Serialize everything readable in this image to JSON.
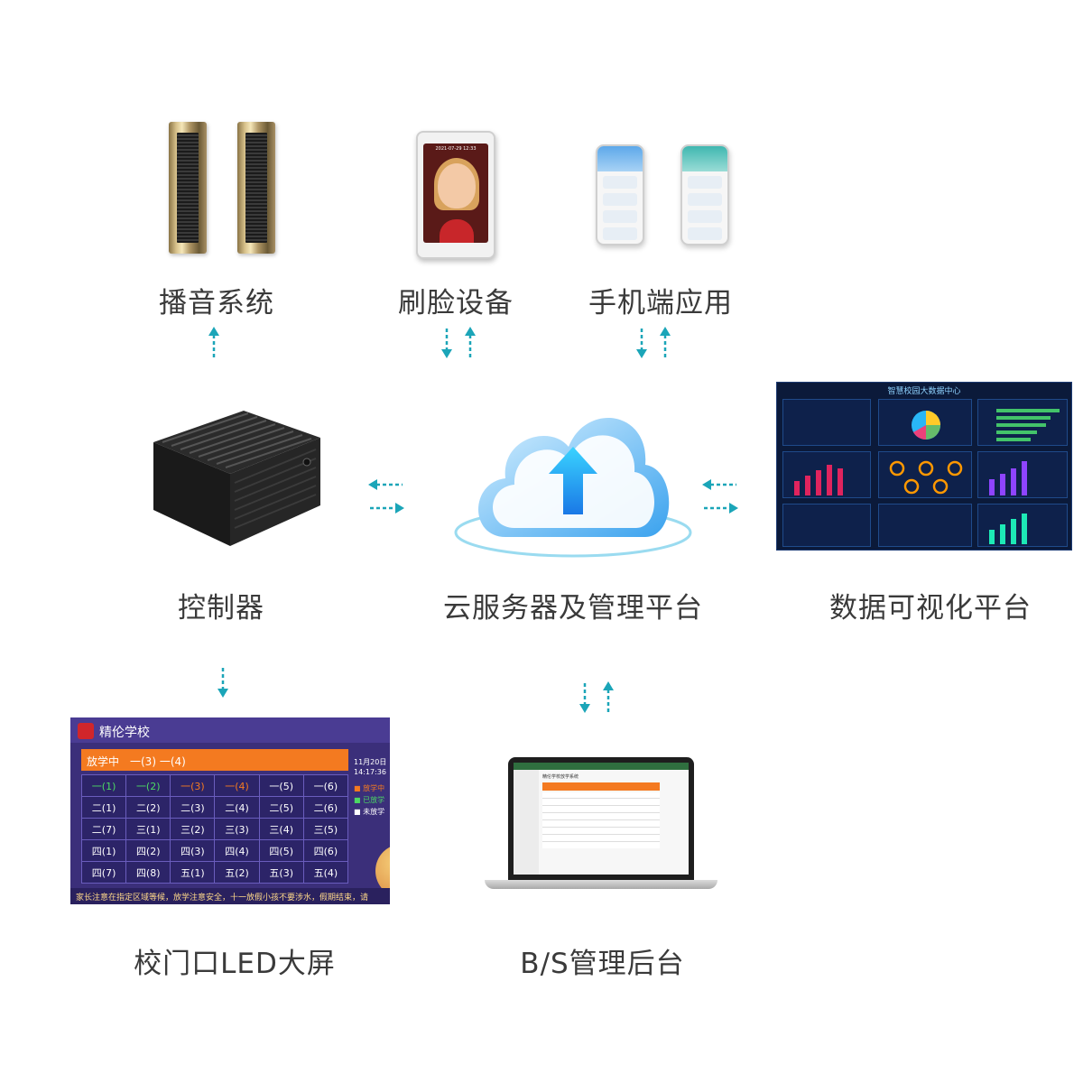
{
  "nodes": {
    "broadcast": {
      "label": "播音系统"
    },
    "face": {
      "label": "刷脸设备",
      "screen_time": "2021-07-29 12:33"
    },
    "mobile": {
      "label": "手机端应用"
    },
    "controller": {
      "label": "控制器"
    },
    "cloud": {
      "label": "云服务器及管理平台"
    },
    "dataviz": {
      "label": "数据可视化平台",
      "screen_title": "智慧校园大数据中心"
    },
    "led": {
      "label": "校门口LED大屏",
      "school_name": "精伦学校",
      "status_bar": "放学中　一(3) 一(4)",
      "date": "11月20日",
      "time": "14:17:36",
      "legend": [
        "放学中",
        "已放学",
        "未放学"
      ],
      "grid": [
        [
          "一(1)",
          "一(2)",
          "一(3)",
          "一(4)",
          "一(5)",
          "一(6)"
        ],
        [
          "二(1)",
          "二(2)",
          "二(3)",
          "二(4)",
          "二(5)",
          "二(6)"
        ],
        [
          "二(7)",
          "三(1)",
          "三(2)",
          "三(3)",
          "三(4)",
          "三(5)"
        ],
        [
          "四(1)",
          "四(2)",
          "四(3)",
          "四(4)",
          "四(5)",
          "四(6)"
        ],
        [
          "四(7)",
          "四(8)",
          "五(1)",
          "五(2)",
          "五(3)",
          "五(4)"
        ]
      ],
      "ticker": "家长注意在指定区域等候，放学注意安全，十一放假小孩不要涉水，假期结束，请"
    },
    "backend": {
      "label": "B/S管理后台",
      "screen_title": "精伦学校放学系统"
    }
  },
  "colors": {
    "arrow": "#1ba5b8",
    "label": "#3a3a3a",
    "led_orange": "#f47a20"
  }
}
